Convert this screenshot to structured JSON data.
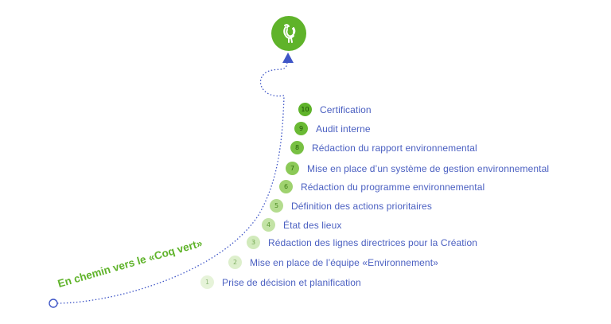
{
  "slogan": "En chemin vers le «Coq vert»",
  "logo_icon": "rooster-icon",
  "colors": {
    "accent_green": "#5fb32a",
    "text_blue": "#4a5fc1",
    "path_blue": "#3f56c7"
  },
  "steps": [
    {
      "number": "1",
      "label": "Prise de décision et planification"
    },
    {
      "number": "2",
      "label": "Mise en place de l’équipe «Environnement»"
    },
    {
      "number": "3",
      "label": "Rédaction des lignes directrices pour la Création"
    },
    {
      "number": "4",
      "label": "État des lieux"
    },
    {
      "number": "5",
      "label": "Définition des actions prioritaires"
    },
    {
      "number": "6",
      "label": "Rédaction du programme environnemental"
    },
    {
      "number": "7",
      "label": "Mise en place d’un système de gestion environnemental"
    },
    {
      "number": "8",
      "label": "Rédaction du rapport environnemental"
    },
    {
      "number": "9",
      "label": "Audit interne"
    },
    {
      "number": "10",
      "label": "Certification"
    }
  ]
}
